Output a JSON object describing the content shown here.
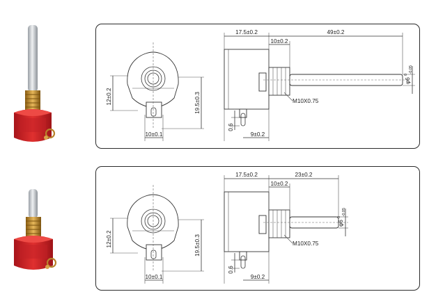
{
  "colors": {
    "housing": "#d8262b",
    "brass": "#c9952e",
    "shaft": "#c9ccd0",
    "line": "#333333"
  },
  "diagrams": [
    {
      "width_overall": "17.5±0.2",
      "shaft_length": "49±0.2",
      "bushing_length": "10±0.2",
      "shaft_diameter": "φ6",
      "shaft_tol_upper": "0",
      "shaft_tol_lower": "-0.05",
      "thread": "M10X0.75",
      "height_left": "12±0.2",
      "height_overall": "19.5±0.3",
      "terminal_spacing": "10±0.1",
      "terminal_thickness": "0.6",
      "terminal_offset": "9±0.2"
    },
    {
      "width_overall": "17.5±0.2",
      "shaft_length": "23±0.2",
      "bushing_length": "10±0.2",
      "shaft_diameter": "φ6",
      "shaft_tol_upper": "0",
      "shaft_tol_lower": "-0.05",
      "thread": "M10X0.75",
      "height_left": "12±0.2",
      "height_overall": "19.5±0.3",
      "terminal_spacing": "10±0.1",
      "terminal_thickness": "0.6",
      "terminal_offset": "9±0.2"
    }
  ]
}
